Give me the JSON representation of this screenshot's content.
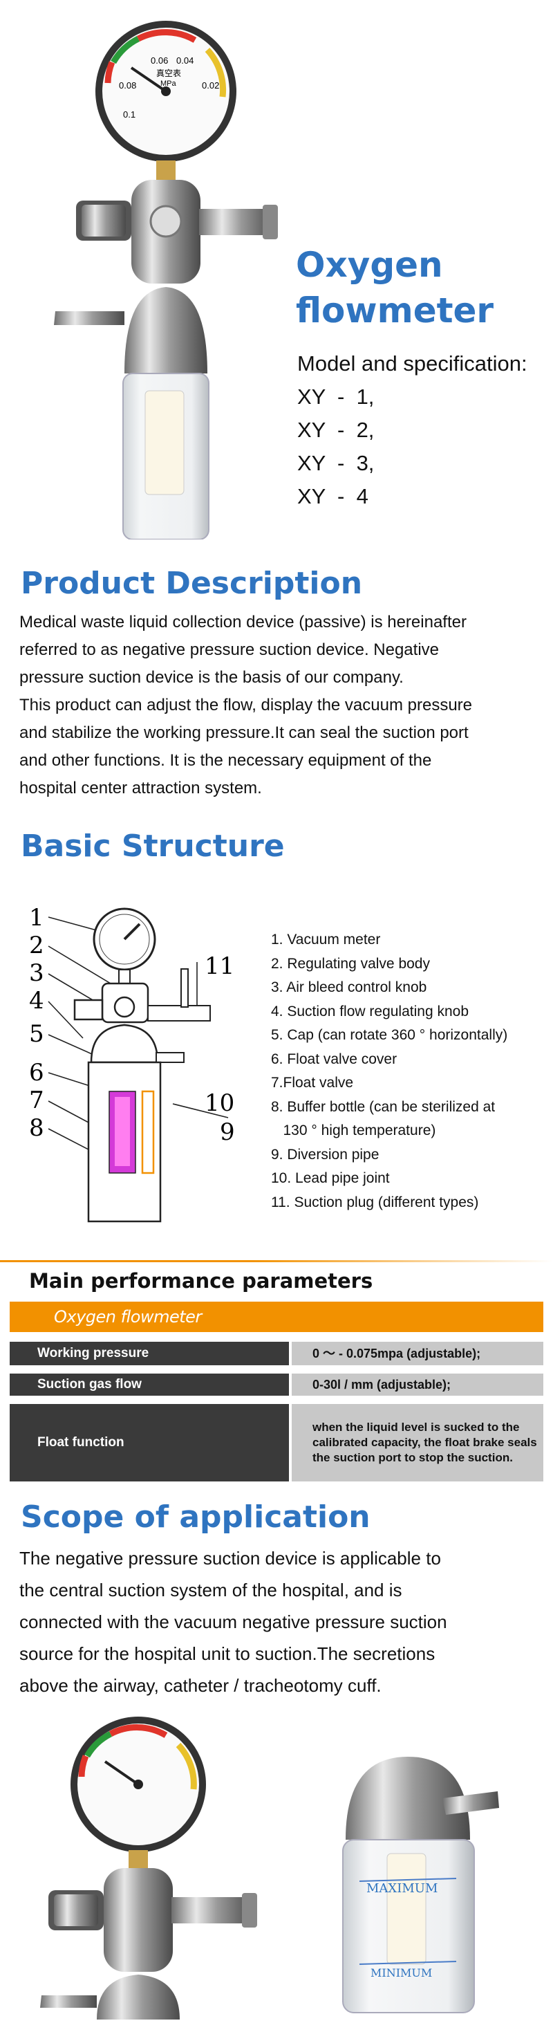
{
  "hero": {
    "title_line1": "Oxygen",
    "title_line2": "flowmeter",
    "spec_label": "Model and specification:",
    "models": [
      "XY  -  1,",
      "XY  -  2,",
      "XY  -  3,",
      "XY  -  4"
    ]
  },
  "gauge": {
    "ticks": [
      "0.06",
      "0.04",
      "0.08",
      "0.02",
      "0.1"
    ],
    "label": "真空表",
    "unit": "MPa"
  },
  "description": {
    "title": "Product Description",
    "lines": [
      "Medical waste liquid collection device (passive) is hereinafter",
      "referred to as negative pressure suction device. Negative",
      "pressure suction device is the basis of our company.",
      "This product can adjust the flow, display the vacuum pressure",
      "and stabilize the working pressure.It can seal the suction port",
      "and other functions. It is the necessary equipment of the",
      "hospital center attraction system."
    ]
  },
  "structure": {
    "title": "Basic Structure",
    "diagram_numbers": [
      "1",
      "2",
      "3",
      "4",
      "5",
      "6",
      "7",
      "8",
      "9",
      "10",
      "11"
    ],
    "items": [
      "1. Vacuum meter",
      "2. Regulating valve body",
      "3. Air bleed control knob",
      "4. Suction flow regulating knob",
      "5. Cap (can rotate 360 ° horizontally)",
      "6. Float valve cover",
      "7.Float valve",
      "8. Buffer bottle (can be sterilized at",
      "   130 ° high temperature)",
      "9. Diversion pipe",
      "10. Lead pipe joint",
      "11. Suction plug (different types)"
    ]
  },
  "performance": {
    "title": "Main performance parameters",
    "product": "Oxygen flowmeter",
    "rows": [
      {
        "label": "Working pressure",
        "value": "0 ～ - 0.075mpa (adjustable);"
      },
      {
        "label": "Suction gas flow",
        "value": "0-30l / mm (adjustable);"
      },
      {
        "label": "Float function",
        "value": "when the liquid level is sucked to the calibrated capacity, the float brake seals the suction port to stop the suction."
      }
    ]
  },
  "scope": {
    "title": "Scope of application",
    "lines": [
      "The negative pressure suction device is applicable to",
      "the central suction system of the hospital, and is",
      "connected with the vacuum negative pressure suction",
      "source for the hospital unit to suction.The secretions",
      "above the airway, catheter / tracheotomy cuff."
    ]
  },
  "bottle": {
    "max_label": "MAXIMUM",
    "min_label": "MINIMUM"
  },
  "colors": {
    "heading_blue": "#2f74c0",
    "accent_orange": "#f29100",
    "dark_cell": "#3a3a3a",
    "light_cell": "#c8c8c8"
  }
}
